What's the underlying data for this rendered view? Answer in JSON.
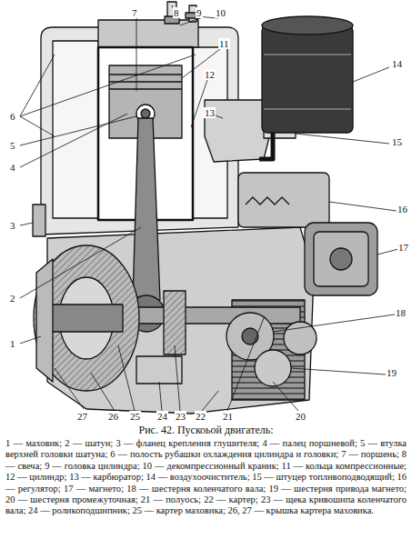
{
  "diagram": {
    "caption": "Рис. 42. Пускоьой двигатель:",
    "labels": [
      "1",
      "2",
      "3",
      "4",
      "5",
      "6",
      "7",
      "8",
      "9",
      "10",
      "11",
      "12",
      "13",
      "14",
      "15",
      "16",
      "17",
      "18",
      "19",
      "20",
      "21",
      "22",
      "23",
      "24",
      "25",
      "26",
      "27",
      "1 — маховик;",
      "2 — шатун;",
      "3 — фланец крепления глушителя;",
      "4 — палец поршневой;",
      "5 — втулка верхней головки шатуна;",
      "6 — полость рубашки охлаждения цилиндра и головки;",
      "7 — поршень;",
      "8 — свеча;",
      "9 — головка цилиндра;",
      "10 — декомпрессионный краник;",
      "11 — кольца компрессионные;",
      "12 — цилиндр;",
      "13 — карбюратор;",
      "14 — воздухоочиститель;",
      "15 — штуцер топливоподводящий;",
      "16 — регулятор;",
      "17 — магнето;",
      "18 — шестерня коленчатого вала;",
      "19 — шестерня привода магнето;",
      "20 — шестерня промежуточная;",
      "21 — полуось;",
      "22 — картер;",
      "23 — щека кривошипа коленчатого вала;",
      "24 — роликоподшипник;",
      "25 — картер маховика;",
      "26, 27 — крышка картера маховика."
    ]
  }
}
